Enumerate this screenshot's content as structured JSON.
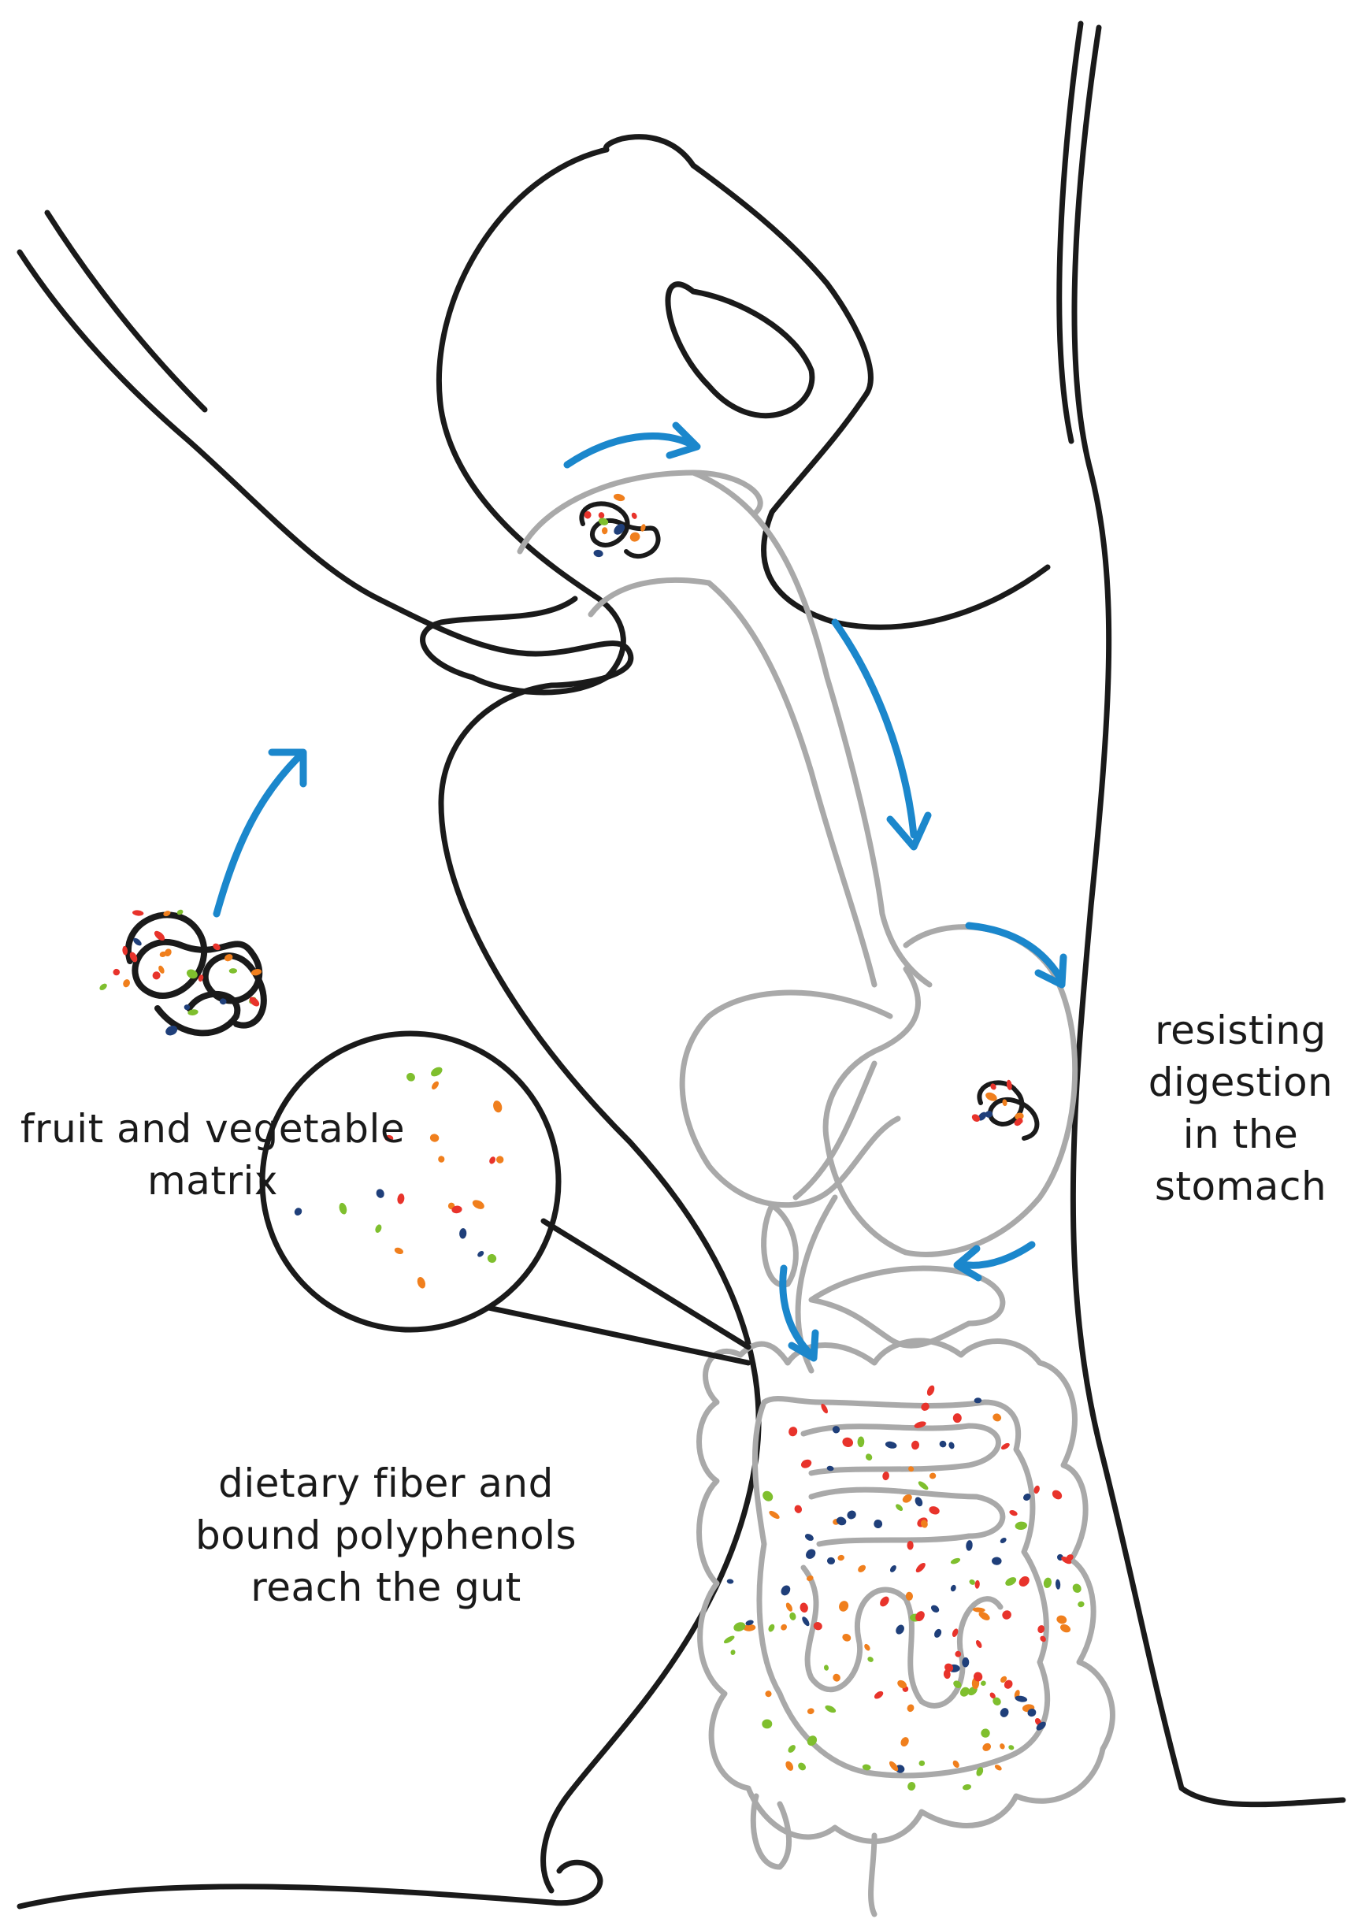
{
  "labels": {
    "matrix": "fruit and vegetable\nmatrix",
    "stomach": "resisting\ndigestion\nin the\nstomach",
    "gut": "dietary fiber and\nbound polyphenols\nreach the gut"
  },
  "colors": {
    "outline": "#1a1a1a",
    "organ": "#a9a9a9",
    "arrow": "#1b87cc",
    "particles": [
      "#e8332b",
      "#f07f1d",
      "#7fbf2e",
      "#1f3f7a"
    ]
  }
}
